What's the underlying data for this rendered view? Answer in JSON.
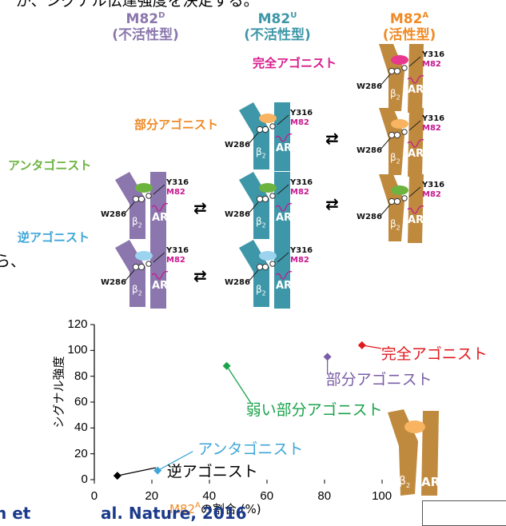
{
  "top_text": "が、シグナル伝達強度を決定する。",
  "columns": [
    {
      "name": "M82",
      "sup": "D",
      "state": "(不活性型)",
      "color": "#8b77ad"
    },
    {
      "name": "M82",
      "sup": "U",
      "state": "(不活性型)",
      "color": "#3d97a8"
    },
    {
      "name": "M82",
      "sup": "A",
      "state": "(活性型)",
      "color": "#f08a24"
    }
  ],
  "ligand_labels": {
    "full": "完全アゴニスト",
    "partial": "部分アゴニスト",
    "antagonist": "アンタゴニスト",
    "inverse": "逆アゴニスト"
  },
  "residues": {
    "y316": "Y316",
    "m82": "M82",
    "w286": "W286",
    "ar": "AR",
    "beta": "β",
    "beta_sub": "2"
  },
  "left_fragment": "ら、",
  "colors": {
    "purple": "#8b77ad",
    "teal": "#3d97a8",
    "brown": "#c08a3e",
    "full": "#e8378f",
    "partial": "#f08a24",
    "antagonist": "#6cb33f",
    "inverse": "#3fa6d8",
    "pink_text": "#d81b8c",
    "magenta": "#c7188f"
  },
  "chart_data": {
    "type": "scatter",
    "xlabel_main": "M82",
    "xlabel_sup": "A",
    "xlabel_rest": "の割合 (%)",
    "ylabel": "シグナル強度",
    "xlim": [
      0,
      100
    ],
    "ylim": [
      0,
      120
    ],
    "xticks": [
      "0",
      "20",
      "40",
      "60",
      "80",
      "100"
    ],
    "yticks": [
      "0",
      "20",
      "40",
      "60",
      "80",
      "100",
      "120"
    ],
    "series": [
      {
        "name": "逆アゴニスト",
        "x": 8,
        "y": 3,
        "color": "#000000"
      },
      {
        "name": "アンタゴニスト",
        "x": 22,
        "y": 7,
        "color": "#3fa6d8"
      },
      {
        "name": "弱い部分アゴニスト",
        "x": 46,
        "y": 88,
        "color": "#1aa34a"
      },
      {
        "name": "部分アゴニスト",
        "x": 81,
        "y": 95,
        "color": "#7b5ea7"
      },
      {
        "name": "完全アゴニスト",
        "x": 93,
        "y": 104,
        "color": "#e0191e"
      }
    ]
  },
  "bottom_fragment": "al. Nature, 2016",
  "bottom_fragment_left": "h et"
}
